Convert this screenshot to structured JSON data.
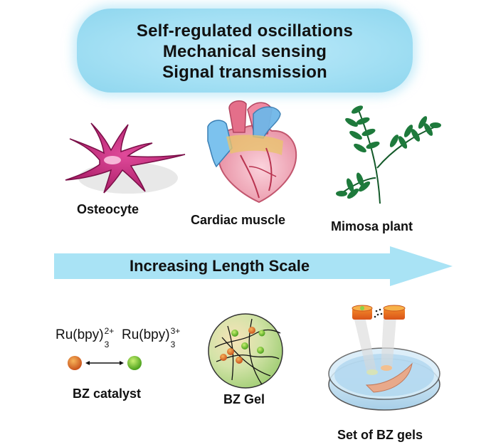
{
  "banner": {
    "lines": [
      "Self-regulated oscillations",
      "Mechanical sensing",
      "Signal transmission"
    ]
  },
  "biology": {
    "osteocyte": "Osteocyte",
    "cardiac": "Cardiac muscle",
    "mimosa": "Mimosa plant"
  },
  "scale_arrow": {
    "label": "Increasing Length Scale"
  },
  "bz": {
    "catalyst_reduced": {
      "base": "Ru(bpy)",
      "sub": "3",
      "sup": "2+"
    },
    "catalyst_oxidized": {
      "base": "Ru(bpy)",
      "sub": "3",
      "sup": "3+"
    },
    "catalyst_label": "BZ catalyst",
    "gel_label": "BZ Gel",
    "set_label": "Set of BZ gels"
  },
  "colors": {
    "banner": "#a4e0f4",
    "arrow": "#a9e3f5",
    "osteocyte": "#c8287e",
    "mimosa": "#1e7a3c",
    "reduced": "#e0762a",
    "oxidized": "#6cc42a"
  },
  "icons": [
    "osteocyte-cell-icon",
    "heart-icon",
    "mimosa-leaf-icon",
    "gel-sphere-icon",
    "petri-dish-icon"
  ]
}
